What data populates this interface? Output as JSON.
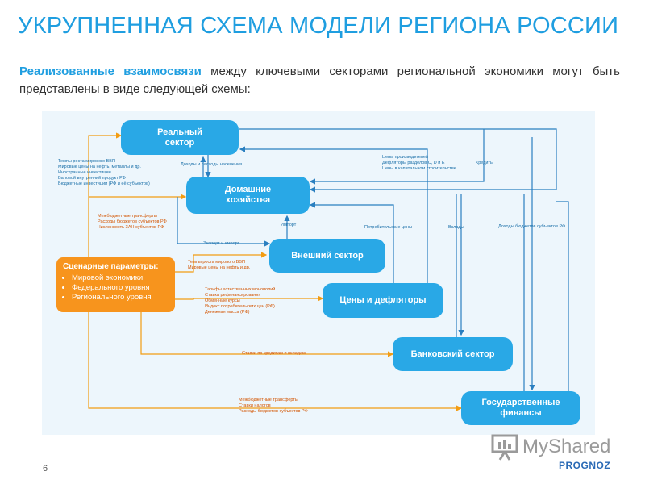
{
  "title": "УКРУПНЕННАЯ СХЕМА МОДЕЛИ РЕГИОНА РОССИИ",
  "intro": {
    "highlight": "Реализованные взаимосвязи",
    "text": " между ключевыми секторами региональной экономики могут быть представлены в виде следующей схемы:"
  },
  "nodes": {
    "real": "Реальный сектор",
    "households": "Домашние хозяйства",
    "external": "Внешний сектор",
    "prices": "Цены и дефляторы",
    "bank": "Банковский сектор",
    "gov": "Государственные финансы"
  },
  "scenario": {
    "header": "Сценарные параметры:",
    "items": [
      "Мировой экономики",
      "Федерального уровня",
      "Регионального уровня"
    ]
  },
  "labels": {
    "l1": [
      "Темпы роста мирового ВВП",
      "Мировые цены на нефть, металлы и др.",
      "Иностранные инвестиции",
      "Валовой внутренний продукт РФ",
      "Бюджетные инвестиции (РФ и её субъектов)"
    ],
    "l2": [
      "Доходы и расходы населения"
    ],
    "l3": [
      "Межбюджетные трансферты",
      "Расходы бюджетов субъектов РФ",
      "Численность ЗАН субъектов РФ"
    ],
    "l4": [
      "Экспорт и импорт"
    ],
    "l5": [
      "Импорт"
    ],
    "l6": [
      "Цены производителей",
      "Дефляторы разделов C, D и E",
      "Цены в капитальном строительстве"
    ],
    "l7": [
      "Кредиты"
    ],
    "l8": [
      "Потребительские цены"
    ],
    "l9": [
      "Вклады"
    ],
    "l10": [
      "Доходы бюджетов субъектов РФ"
    ],
    "l11": [
      "Темпы роста мирового ВВП",
      "Мировые цены на нефть и др."
    ],
    "l12": [
      "Тарифы естественных монополий",
      "Ставка рефинансирования",
      "Обменные курсы",
      "Индекс потребительских цен (РФ)",
      "Денежная масса (РФ)"
    ],
    "l13": [
      "Ставки по кредитам и вкладам"
    ],
    "l14": [
      "Межбюджетные трансферты",
      "Ставки налогов",
      "Расходы бюджетов субъектов РФ"
    ]
  },
  "page_number": "6",
  "watermark": "MyShared",
  "brand": "PROGNOZ",
  "colors": {
    "accent": "#1f9ee0",
    "node": "#29a8e6",
    "scenario": "#f7941d",
    "orange_line": "#f39c12",
    "blue_line": "#2a7fc0"
  }
}
